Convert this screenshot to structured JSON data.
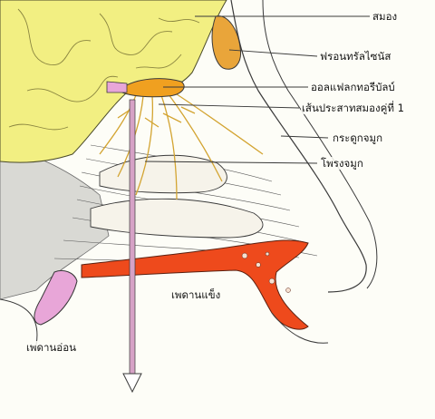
{
  "labels": {
    "brain": "สมอง",
    "frontal_sinus": "ฟรอนทรัลไซนัส",
    "olfactory_bulb": "ออลแฟลกทอรีบัลบ์",
    "cranial_nerve_1": "เส้นประสาทสมองคู่ที่ 1",
    "nasal_bone": "กระดูกจมูก",
    "nasal_cavity": "โพรงจมูก",
    "hard_palate": "เพดานแข็ง",
    "soft_palate": "เพดานอ่อน"
  },
  "colors": {
    "brain": "#f2ef82",
    "sinus": "#e9a53a",
    "bulb": "#f0a020",
    "nerve": "#d3a431",
    "hard_palate": "#ee4a1c",
    "soft_palate": "#e8a6d8",
    "arrow": "#d6a2c6",
    "line": "#3a3a3a"
  }
}
